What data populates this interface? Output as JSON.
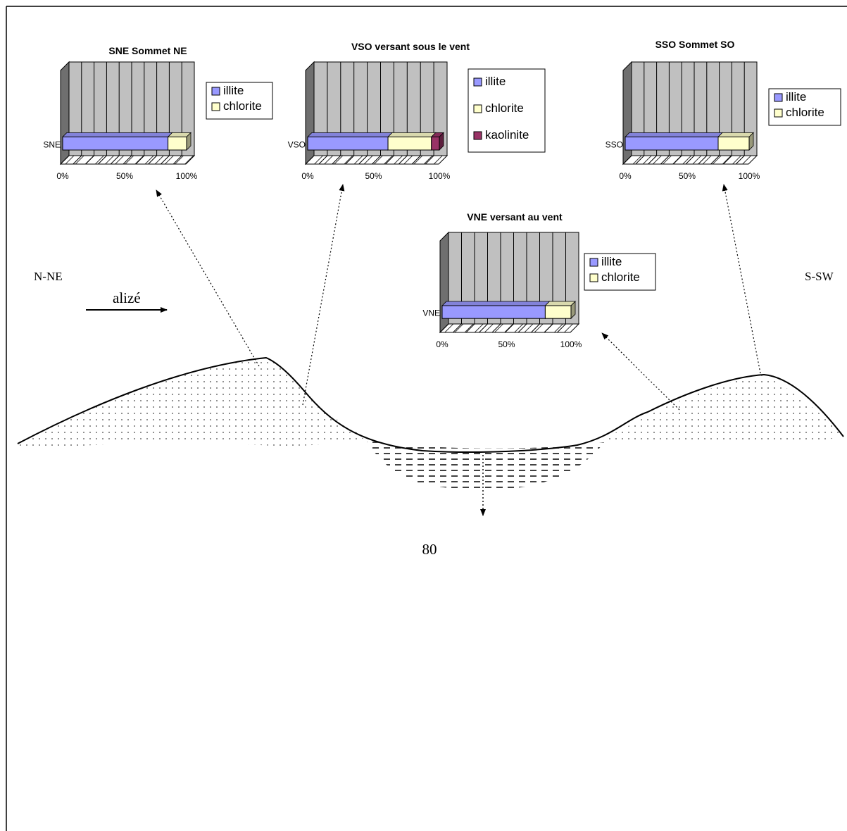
{
  "labels": {
    "left_direction": "N-NE",
    "right_direction": "S-SW",
    "wind": "alizé",
    "page_number": "80"
  },
  "chart_data": [
    {
      "type": "bar",
      "orientation": "horizontal",
      "stacked": "percent",
      "title": "SNE Sommet NE",
      "categories": [
        "SNE"
      ],
      "series": [
        {
          "name": "illite",
          "values": [
            85
          ],
          "color": "#9999ff"
        },
        {
          "name": "chlorite",
          "values": [
            15
          ],
          "color": "#ffffcc"
        }
      ],
      "xticks": [
        "0%",
        "50%",
        "100%"
      ],
      "xlim": [
        0,
        100
      ],
      "legend": "right"
    },
    {
      "type": "bar",
      "orientation": "horizontal",
      "stacked": "percent",
      "title": "VSO versant sous le vent",
      "categories": [
        "VSO"
      ],
      "series": [
        {
          "name": "illite",
          "values": [
            61
          ],
          "color": "#9999ff"
        },
        {
          "name": "chlorite",
          "values": [
            33
          ],
          "color": "#ffffcc"
        },
        {
          "name": "kaolinite",
          "values": [
            6
          ],
          "color": "#993366"
        }
      ],
      "xticks": [
        "0%",
        "50%",
        "100%"
      ],
      "xlim": [
        0,
        100
      ],
      "legend": "right"
    },
    {
      "type": "bar",
      "orientation": "horizontal",
      "stacked": "percent",
      "title": "SSO Sommet SO",
      "categories": [
        "SSO"
      ],
      "series": [
        {
          "name": "illite",
          "values": [
            75
          ],
          "color": "#9999ff"
        },
        {
          "name": "chlorite",
          "values": [
            25
          ],
          "color": "#ffffcc"
        }
      ],
      "xticks": [
        "0%",
        "50%",
        "100%"
      ],
      "xlim": [
        0,
        100
      ],
      "legend": "right"
    },
    {
      "type": "bar",
      "orientation": "horizontal",
      "stacked": "percent",
      "title": "VNE versant au vent",
      "categories": [
        "VNE"
      ],
      "series": [
        {
          "name": "illite",
          "values": [
            80
          ],
          "color": "#9999ff"
        },
        {
          "name": "chlorite",
          "values": [
            20
          ],
          "color": "#ffffcc"
        }
      ],
      "xticks": [
        "0%",
        "50%",
        "100%"
      ],
      "xlim": [
        0,
        100
      ],
      "legend": "right"
    }
  ]
}
